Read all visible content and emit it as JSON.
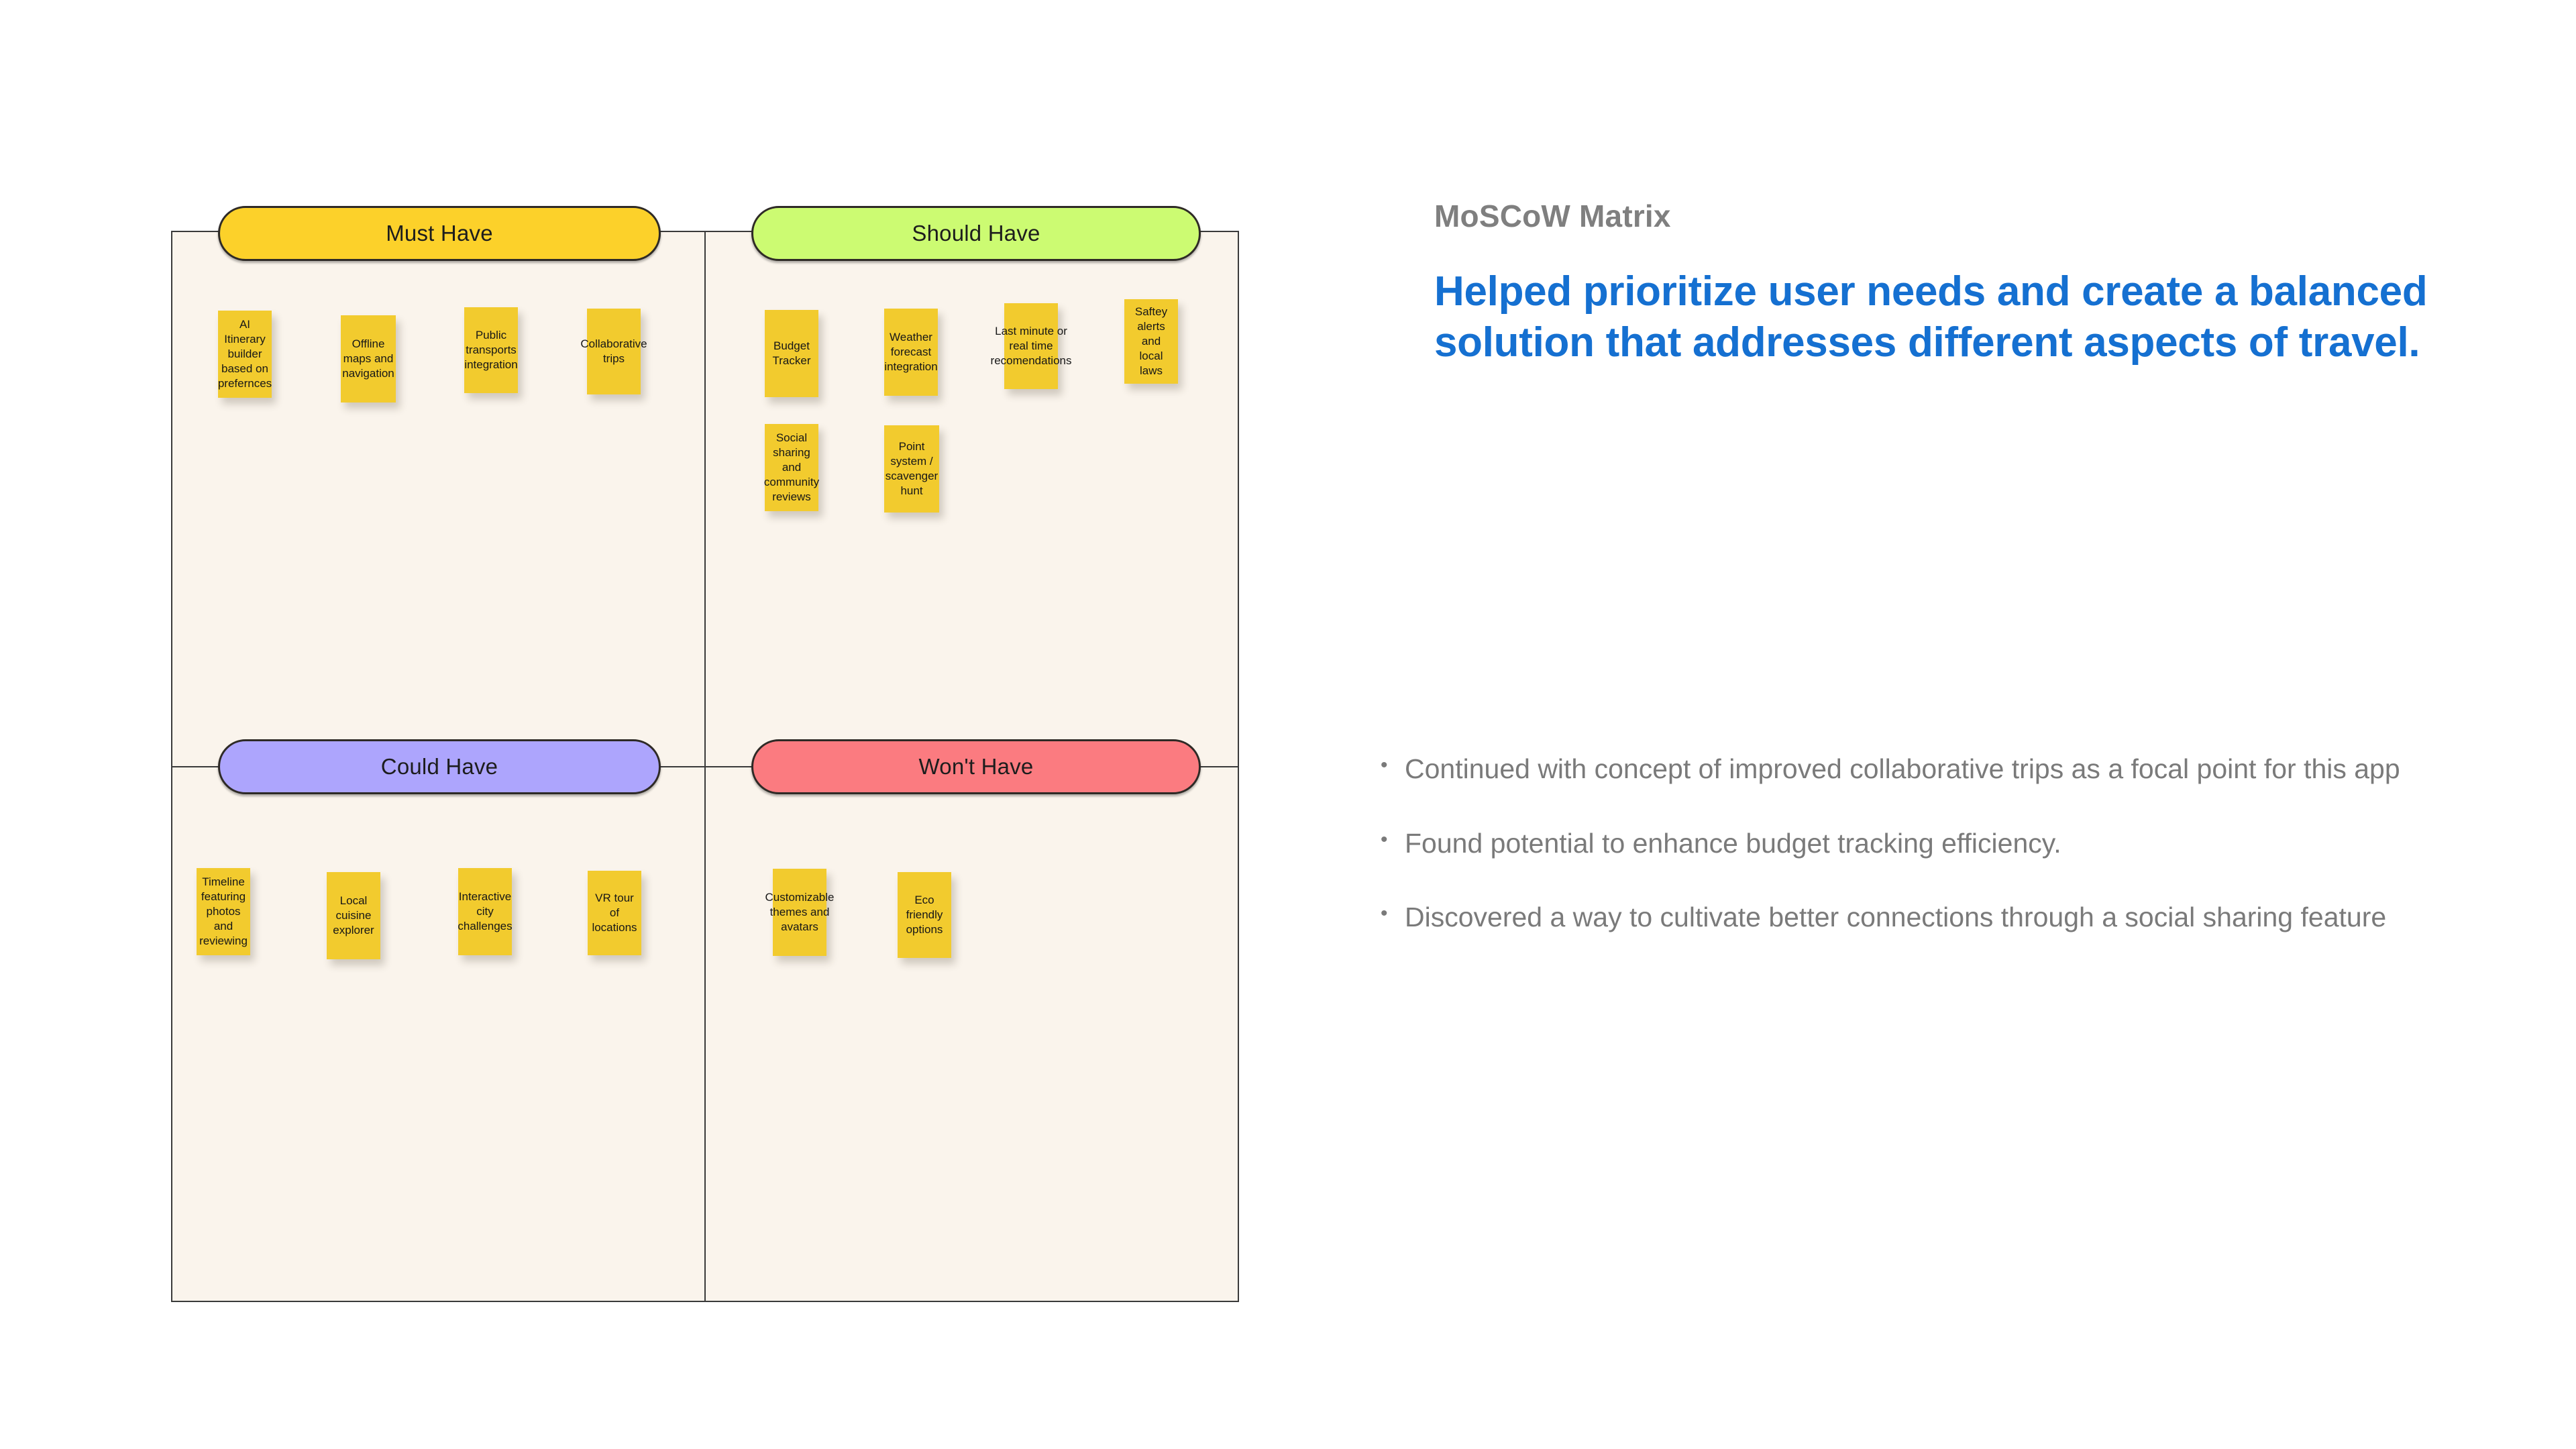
{
  "board": {
    "quadrants": [
      {
        "key": "must",
        "title": "Must Have",
        "color": "#fcd12a",
        "notes": [
          "AI Itinerary builder based on prefernces",
          "Offline maps and navigation",
          "Public transports integration",
          "Collaborative trips"
        ]
      },
      {
        "key": "should",
        "title": "Should Have",
        "color": "#ccfb72",
        "notes": [
          "Budget Tracker",
          "Weather forecast integration",
          "Last minute or real time recomendations",
          "Saftey alerts and local laws",
          "Social sharing and community reviews",
          "Point system / scavenger hunt"
        ]
      },
      {
        "key": "could",
        "title": "Could Have",
        "color": "#ada5fd",
        "notes": [
          "Timeline featuring photos and reviewing",
          "Local cuisine explorer",
          "Interactive city challenges",
          "VR tour of locations"
        ]
      },
      {
        "key": "wont",
        "title": "Won't Have",
        "color": "#fb7b80",
        "notes": [
          "Customizable themes and avatars",
          "Eco friendly options"
        ]
      }
    ]
  },
  "right": {
    "kicker": "MoSCoW Matrix",
    "headline": "Helped prioritize user needs and create a balanced solution that addresses different aspects of travel.",
    "bullet_marker": "•",
    "bullets": [
      "Continued with concept of improved collaborative trips as a focal point for this app",
      "Found potential to enhance budget tracking efficiency.",
      "Discovered a way to cultivate better connections through a social sharing feature"
    ]
  },
  "colors": {
    "board_background": "#faf4ec",
    "board_border": "#3a3a3a",
    "note": "#f2cb2e",
    "accent_blue": "#1570d1",
    "muted_grey": "#7a7a7a"
  }
}
